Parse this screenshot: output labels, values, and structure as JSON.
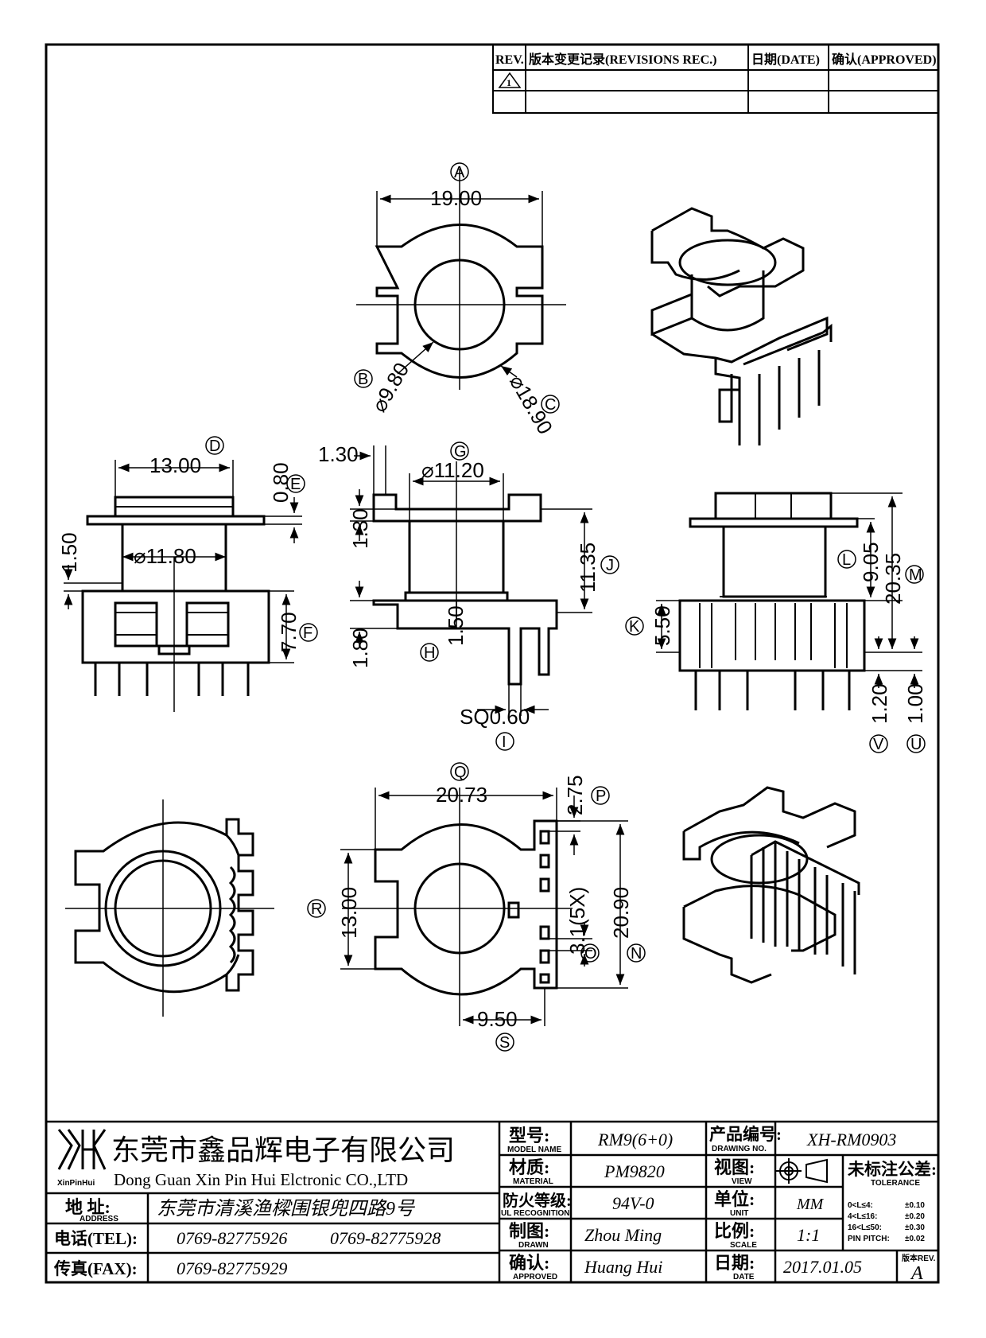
{
  "revisions": {
    "headers": {
      "rev": "REV.",
      "record": "版本变更记录(REVISIONS REC.)",
      "date": "日期(DATE)",
      "approved": "确认(APPROVED)"
    },
    "rows": [
      {
        "rev": "1",
        "record": "",
        "date": "",
        "approved": ""
      },
      {
        "rev": "",
        "record": "",
        "date": "",
        "approved": ""
      }
    ]
  },
  "labels": {
    "A": "A",
    "B": "B",
    "C": "C",
    "D": "D",
    "E": "E",
    "F": "F",
    "G": "G",
    "H": "H",
    "I": "I",
    "J": "J",
    "K": "K",
    "L": "L",
    "M": "M",
    "N": "N",
    "O": "O",
    "P": "P",
    "Q": "Q",
    "R": "R",
    "S": "S",
    "U": "U",
    "V": "V"
  },
  "dims": {
    "A": "19.00",
    "B": "⌀9.80",
    "C": "⌀18.90",
    "D": "13.00",
    "E": "0.80",
    "F": "7.70",
    "left_150": "1.50",
    "dia_1180": "⌀11.80",
    "G": "⌀11.20",
    "top_130": "1.30",
    "mid_130": "1.30",
    "bot_180": "1.80",
    "H": "1.50",
    "J": "11.35",
    "I": "SQ0.60",
    "K": "5.50",
    "L": "9.05",
    "M": "20.35",
    "V": "1.20",
    "U": "1.00",
    "Q": "20.73",
    "P": "2.75",
    "R": "13.00",
    "pitch": "3.1(5X)",
    "N": "20.90",
    "S": "9.50"
  },
  "title_block": {
    "company_cn": "东莞市鑫品辉电子有限公司",
    "company_en": "Dong Guan Xin Pin Hui Elctronic CO.,LTD",
    "logo_text": "XinPinHui",
    "address_label": "地 址:",
    "address_sub": "ADDRESS",
    "address": "东莞市清溪渔樑围银兜四路9号",
    "tel_label": "电话(TEL):",
    "tel1": "0769-82775926",
    "tel2": "0769-82775928",
    "fax_label": "传真(FAX):",
    "fax": "0769-82775929",
    "model_label": "型号:",
    "model_sub": "MODEL NAME",
    "model": "RM9(6+0)",
    "material_label": "材质:",
    "material_sub": "MATERIAL",
    "material": "PM9820",
    "ul_label": "防火等级:",
    "ul_sub": "UL RECOGNITION",
    "ul": "94V-0",
    "drawn_label": "制图:",
    "drawn_sub": "DRAWN",
    "drawn": "Zhou Ming",
    "approved_label": "确认:",
    "approved_sub": "APPROVED",
    "approved": "Huang Hui",
    "drawing_no_label": "产品编号:",
    "drawing_no_sub": "DRAWING NO.",
    "drawing_no": "XH-RM0903",
    "view_label": "视图:",
    "view_sub": "VIEW",
    "unit_label": "单位:",
    "unit_sub": "UNIT",
    "unit": "MM",
    "scale_label": "比例:",
    "scale_sub": "SCALE",
    "scale": "1:1",
    "date_label": "日期:",
    "date_sub": "DATE",
    "date": "2017.01.05",
    "tolerance_label": "未标注公差:",
    "tolerance_sub": "TOLERANCE",
    "tolerances": [
      {
        "range": "0<L≤4:",
        "value": "±0.10"
      },
      {
        "range": "4<L≤16:",
        "value": "±0.20"
      },
      {
        "range": "16<L≤50:",
        "value": "±0.30"
      },
      {
        "range": "PIN PITCH:",
        "value": "±0.02"
      }
    ],
    "rev_label": "版本REV.",
    "rev": "A"
  }
}
